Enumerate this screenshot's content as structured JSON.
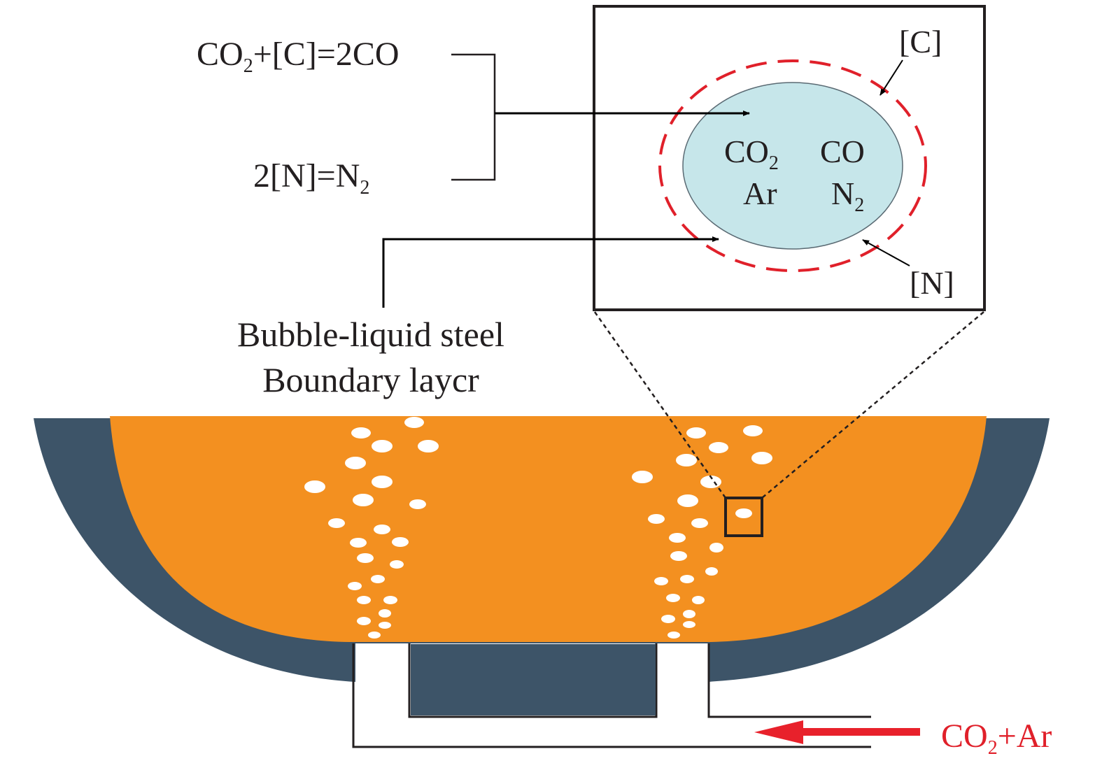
{
  "reactions": {
    "co2_base": "CO",
    "co2_sub": "2",
    "co2_rest": "+[C]=2CO",
    "n_base": "2[N]=N",
    "n_sub": "2"
  },
  "boundary_layer": {
    "line1": "Bubble-liquid steel",
    "line2": "Boundary laycr"
  },
  "bubble": {
    "gas_co2_base": "CO",
    "gas_co2_sub": "2",
    "gas_co": "CO",
    "gas_ar": "Ar",
    "gas_n2_base": "N",
    "gas_n2_sub": "2",
    "carbon_label": "[C]",
    "nitrogen_label": "[N]"
  },
  "inlet": {
    "gas_base": "CO",
    "gas_sub": "2",
    "gas_rest": "+Ar"
  },
  "colors": {
    "steel": "#f39020",
    "refractory": "#3d5468",
    "bubble_fill": "#c6e6ea",
    "boundary_dash": "#e0202a",
    "inlet_arrow": "#e8212b",
    "text": "#231f20"
  }
}
